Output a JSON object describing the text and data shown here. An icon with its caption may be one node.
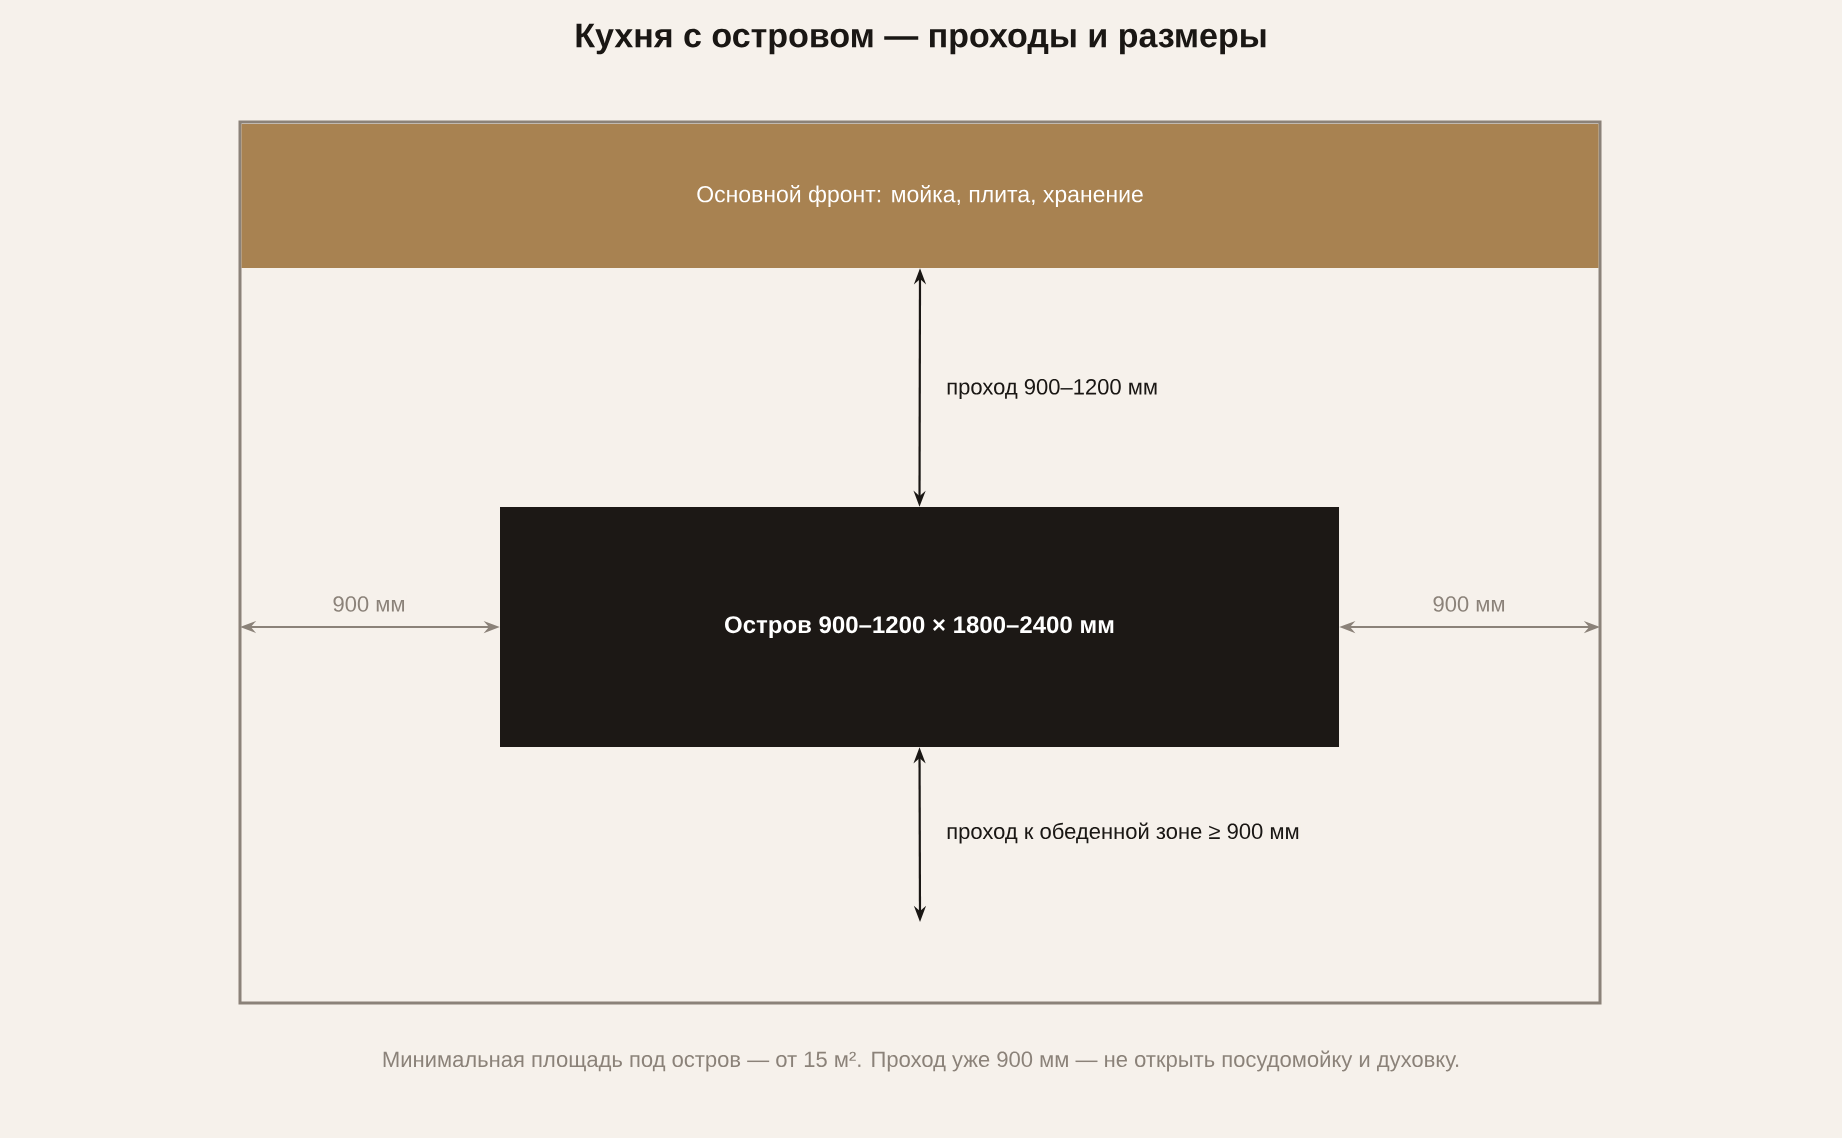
{
  "diagram": {
    "title": "Кухня с островом — проходы и размеры",
    "caption": "Минимальная площадь под остров — от 15 м². Проход уже 900 мм — не открыть посудомойку и духовку.",
    "nodes": [
      {
        "text": [],
        "shape": "box"
      },
      {
        "text": [
          "Основной фронт: мойка, плита, хранение"
        ],
        "in": 0
      },
      {
        "text": [
          "Остров 900–1200 × 1800–2400 мм"
        ],
        "in": 0
      }
    ],
    "edges": [
      {
        "from": 1,
        "to": 2,
        "arrow": "both",
        "label": "проход 900–1200 мм"
      },
      {
        "from": 0,
        "to": 2,
        "arrow": "both",
        "label": "900 мм",
        "color": "#8b8279"
      },
      {
        "from": 2,
        "to": 0,
        "arrow": "both",
        "label": "900 мм",
        "color": "#8b8279"
      },
      {
        "from": 2,
        "to": null,
        "arrow": "both",
        "label": "проход к обеденной зоне ≥ 900 мм"
      }
    ]
  }
}
